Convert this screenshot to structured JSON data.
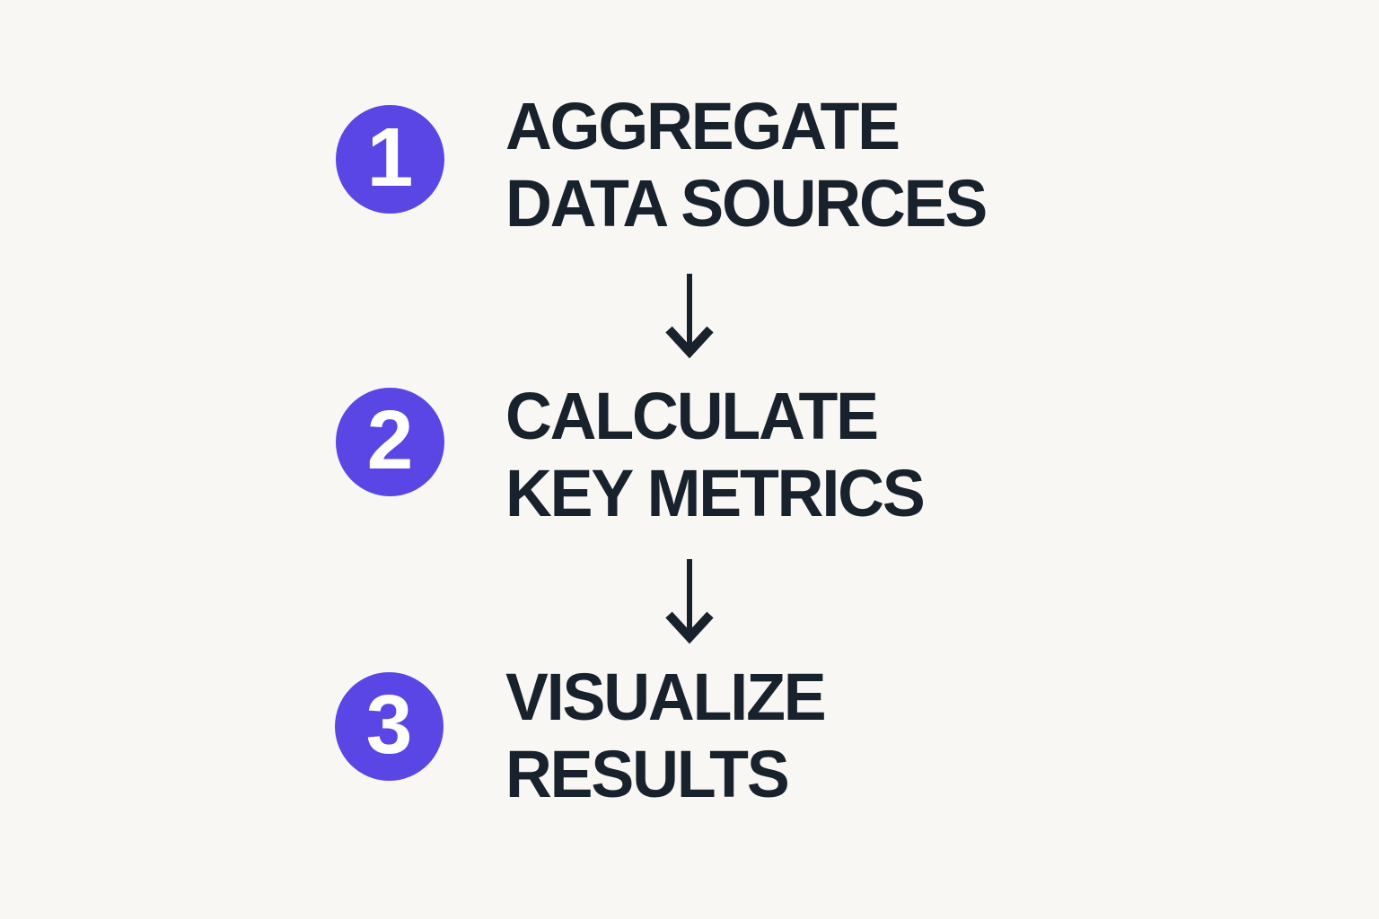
{
  "diagram": {
    "title": "three-step process flow",
    "steps": [
      {
        "number": "1",
        "line1": "AGGREGATE",
        "line2": "DATA SOURCES"
      },
      {
        "number": "2",
        "line1": "CALCULATE",
        "line2": "KEY METRICS"
      },
      {
        "number": "3",
        "line1": "VISUALIZE",
        "line2": "RESULTS"
      }
    ],
    "connectors": [
      {
        "icon": "down-arrow"
      },
      {
        "icon": "down-arrow"
      }
    ]
  },
  "colors": {
    "background": "#f9f7f3",
    "accent": "#5946e5",
    "ink": "#18222d",
    "number": "#ffffff"
  }
}
